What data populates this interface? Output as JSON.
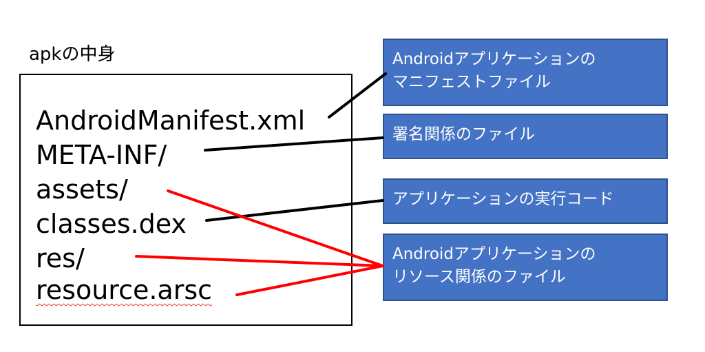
{
  "caption": "apkの中身",
  "files": [
    "AndroidManifest.xml",
    "META-INF/",
    "assets/",
    "classes.dex",
    "res/",
    "resource.arsc"
  ],
  "notes": [
    [
      "Androidアプリケーションの",
      "マニフェストファイル"
    ],
    [
      "署名関係のファイル"
    ],
    [
      "アプリケーションの実行コード"
    ],
    [
      "Androidアプリケーションの",
      "リソース関係のファイル"
    ]
  ],
  "colors": {
    "note_fill": "#4472c4",
    "note_border": "#2f528f",
    "connector_black": "#000000",
    "connector_red": "#ff0000",
    "spellcheck_underline": "#e53935"
  }
}
